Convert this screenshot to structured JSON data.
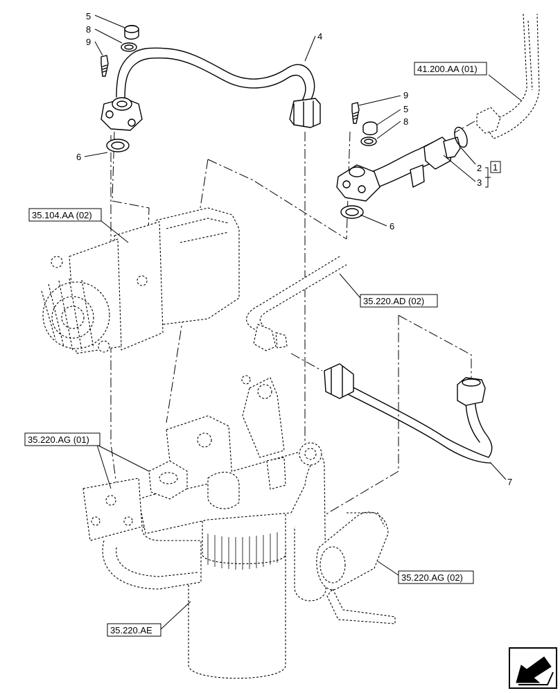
{
  "callouts": {
    "c5a": "5",
    "c8a": "8",
    "c9a": "9",
    "c4": "4",
    "c6a": "6",
    "c9b": "9",
    "c5b": "5",
    "c8b": "8",
    "c2": "2",
    "c3": "3",
    "c1": "1",
    "c6b": "6",
    "c7": "7"
  },
  "references": {
    "r41200": "41.200.AA (01)",
    "r35104": "35.104.AA (02)",
    "r35220ad": "35.220.AD (02)",
    "r35220ag1": "35.220.AG (01)",
    "r35220ag2": "35.220.AG (02)",
    "r35220ae": "35.220.AE"
  },
  "nav": {
    "icon": "arrow-back-icon"
  }
}
